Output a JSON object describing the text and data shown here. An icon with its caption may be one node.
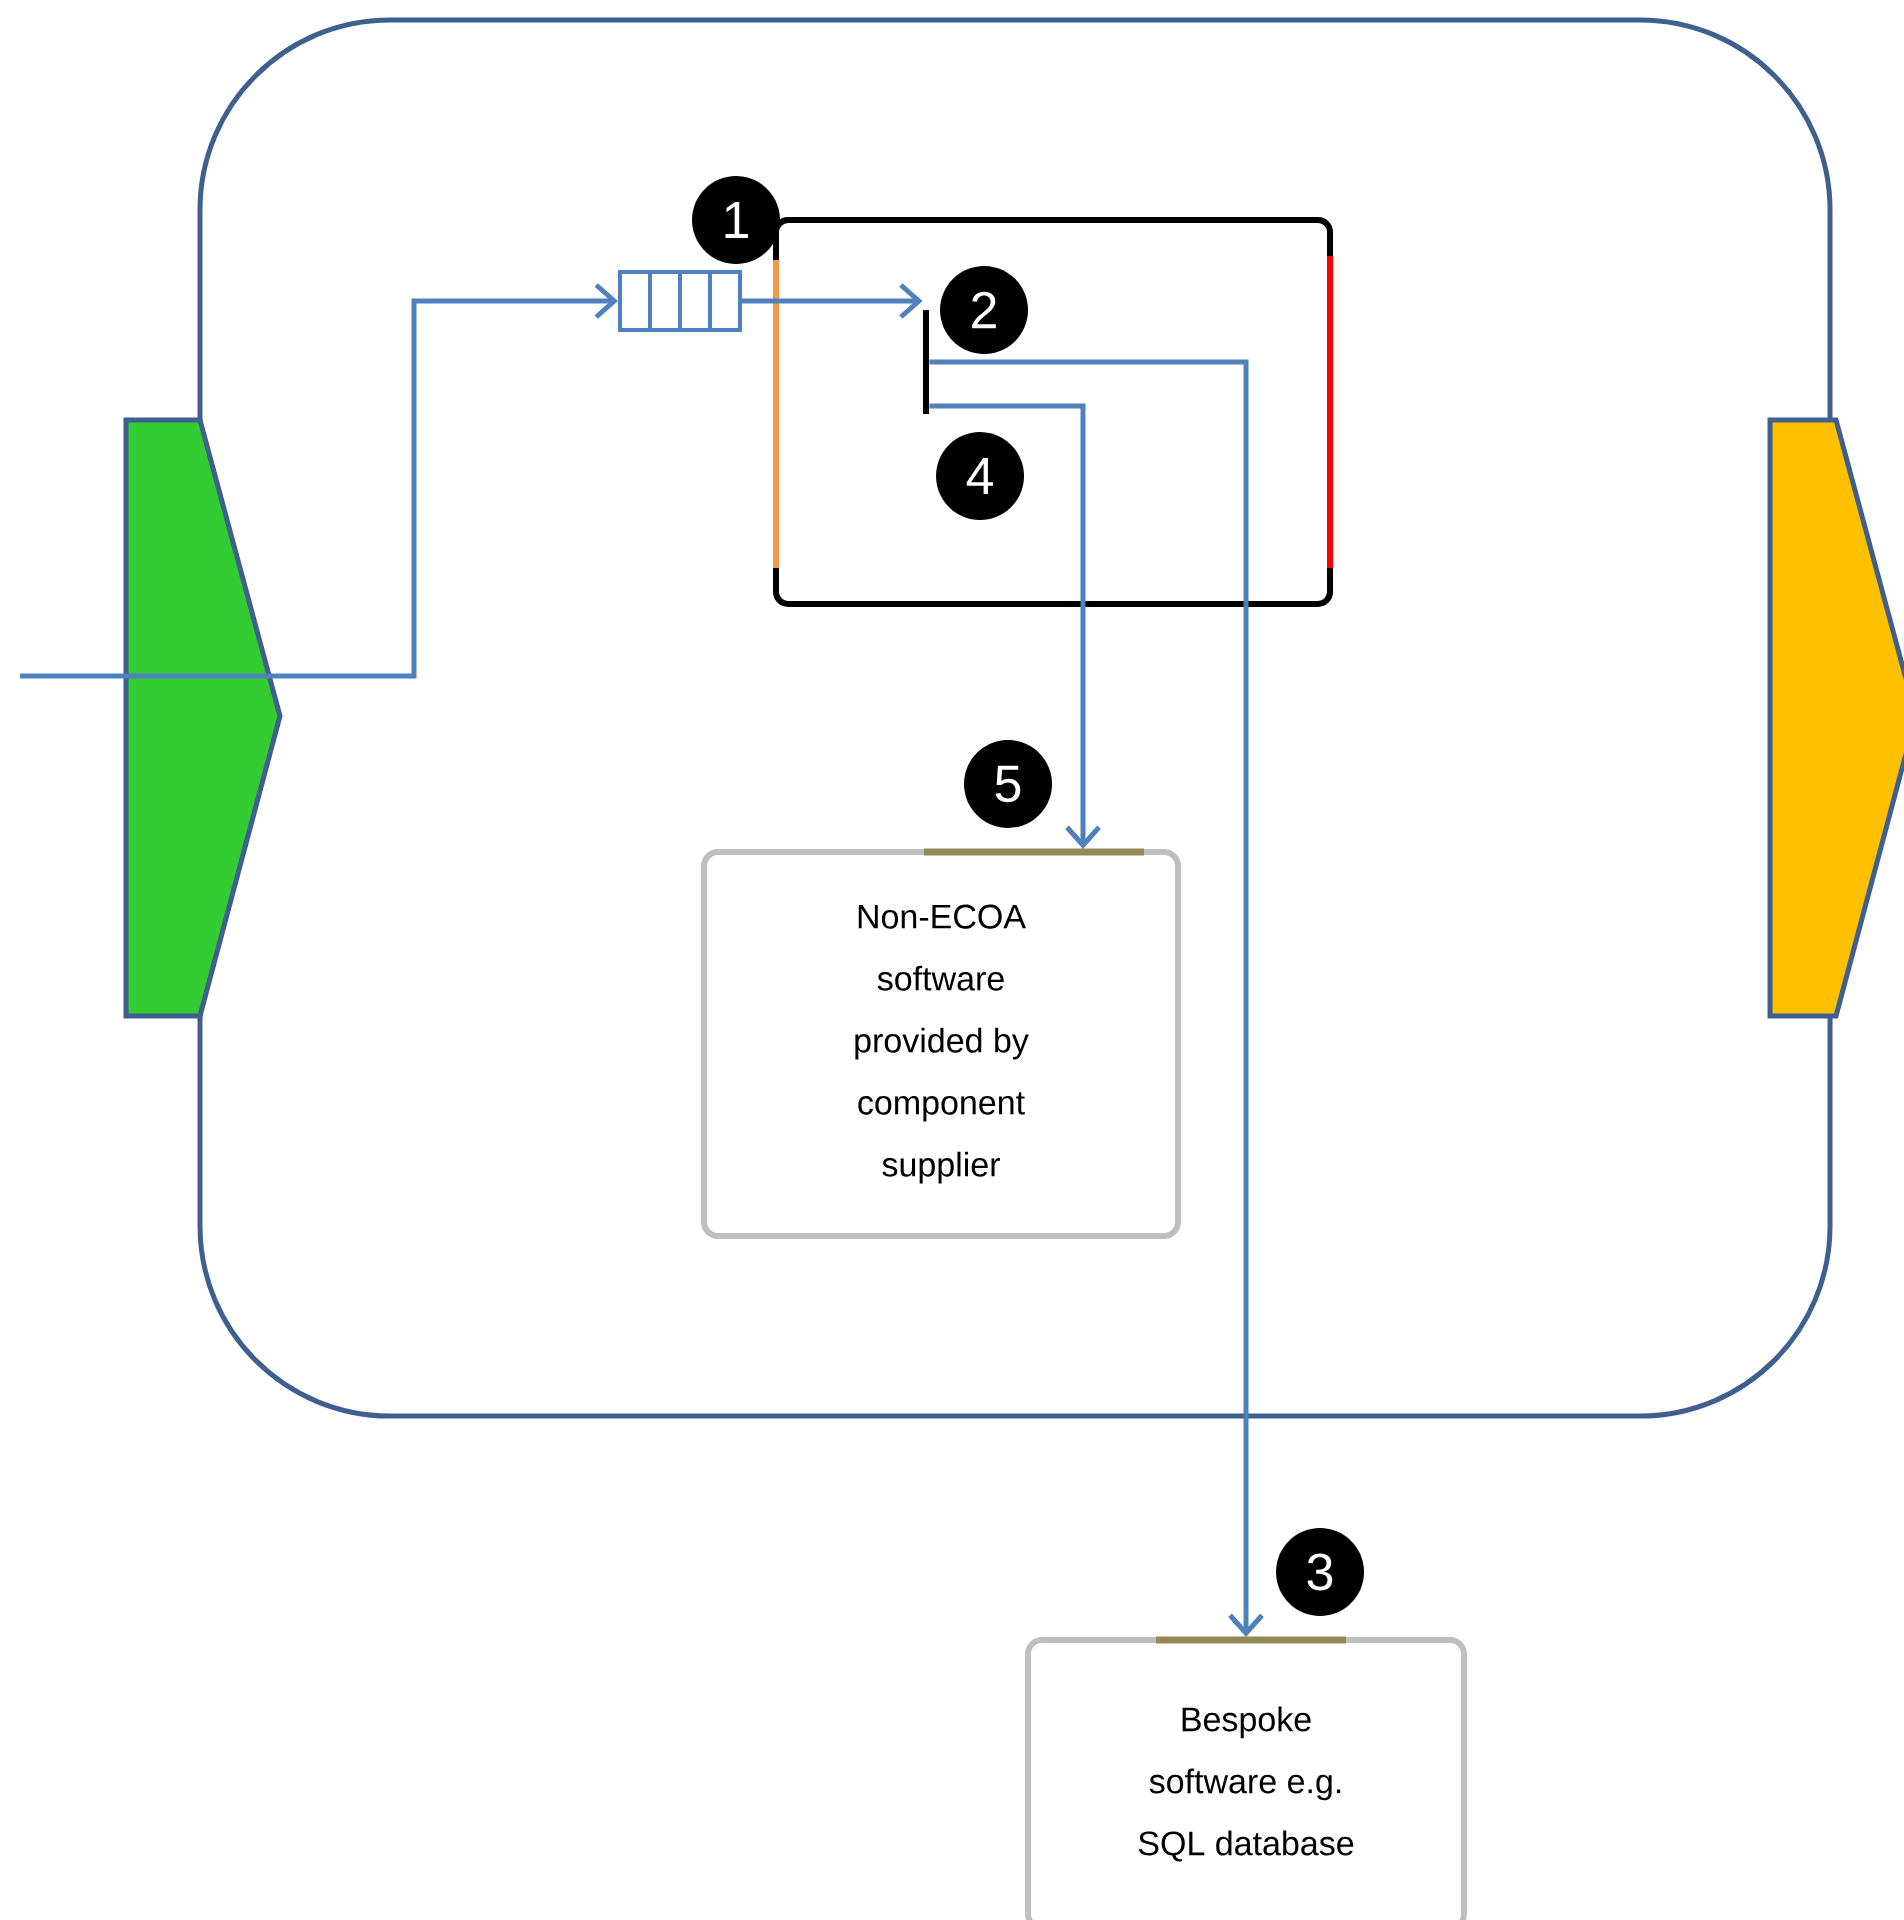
{
  "diagram": {
    "nodes": [
      {
        "text": [],
        "shape": "box"
      },
      {
        "text": [],
        "shape": "pentagon"
      },
      {
        "text": [],
        "shape": "pentagon"
      },
      {
        "text": [],
        "shape": "box",
        "in": 0
      },
      {
        "text": [],
        "shape": "queue",
        "in": 0
      },
      {
        "text": [],
        "shape": "bar",
        "in": 3
      },
      {
        "text": [
          "Non-ECOA software provided by component supplier"
        ],
        "in": 0
      },
      {
        "text": [
          "Bespoke software e.g. SQL database"
        ]
      }
    ],
    "edges": [
      {
        "from": null,
        "to": 4,
        "arrow": "to"
      },
      {
        "from": 4,
        "to": 5,
        "arrow": "to"
      },
      {
        "from": 5,
        "to": 7,
        "arrow": "to"
      },
      {
        "from": 5,
        "to": 6,
        "arrow": "to"
      }
    ],
    "labels": [
      "1",
      "2",
      "4",
      "5",
      "3"
    ]
  }
}
